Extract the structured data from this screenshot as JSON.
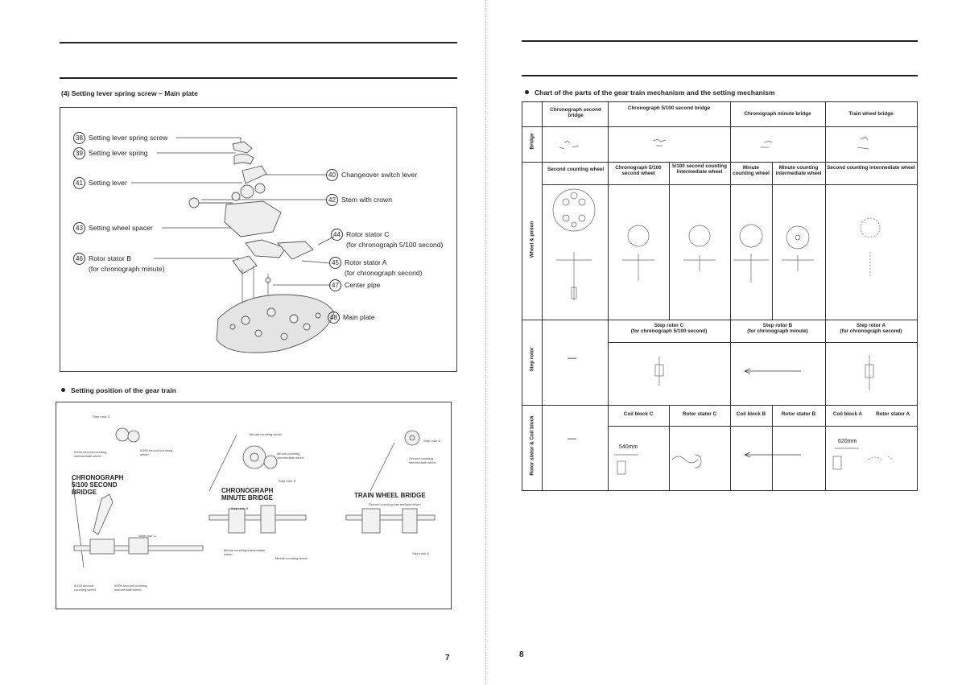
{
  "left_page": {
    "section_title": "(4)  Setting lever spring screw  ~  Main plate",
    "callouts": [
      {
        "num": "38",
        "label": "Setting lever spring screw"
      },
      {
        "num": "39",
        "label": "Setting lever spring"
      },
      {
        "num": "41",
        "label": "Setting lever"
      },
      {
        "num": "40",
        "label": "Changeover switch lever"
      },
      {
        "num": "42",
        "label": "Stem with crown"
      },
      {
        "num": "43",
        "label": "Setting wheel spacer"
      },
      {
        "num": "44",
        "label": "Rotor stator C",
        "sub": "(for chronograph 5/100 second)"
      },
      {
        "num": "46",
        "label": "Rotor stator B",
        "sub": "(for chronograph minute)"
      },
      {
        "num": "45",
        "label": "Rotor stator A",
        "sub": "(for chronograph second)"
      },
      {
        "num": "47",
        "label": "Center pipe"
      },
      {
        "num": "48",
        "label": "Main plate"
      }
    ],
    "gear_train_title": "Setting position of the gear train",
    "gear_train": {
      "chrono_5100": {
        "title": "CHRONOGRAPH\n5/100 SECOND\nBRIDGE",
        "labels": [
          "Step rotor C",
          "5/100 second counting intermediate wheel",
          "5/100 second counting wheel",
          "Step rotor C",
          "5/100 second counting wheel",
          "5/100 second counting intermediate wheel"
        ]
      },
      "chrono_minute": {
        "title": "CHRONOGRAPH\nMINUTE BRIDGE",
        "labels": [
          "Minute counting wheel",
          "Minute counting intermediate wheel",
          "Step rotor B",
          "Step rotor B",
          "Minute counting intermediate wheel",
          "Minute counting wheel"
        ]
      },
      "train_wheel": {
        "title": "TRAIN WHEEL BRIDGE",
        "labels": [
          "Step rotor A",
          "Second counting intermediate wheel",
          "Second counting intermediate wheel",
          "Step rotor A"
        ]
      }
    },
    "page_number": "7"
  },
  "right_page": {
    "chart_title": "Chart of the parts of the gear train mechanism and the setting mechanism",
    "row_labels": [
      "Bridge",
      "Wheel & pinion",
      "Step rotor",
      "Rotor stator & Coil block"
    ],
    "bridge_headers": [
      "Chronograph second bridge",
      "Chronograph 5/100 second bridge",
      "Chronograph minute bridge",
      "Train wheel bridge"
    ],
    "wheel_headers": [
      "Second counting wheel",
      "Chronograph 5/100 second wheel",
      "5/100 second counting intermediate wheel",
      "Minute counting wheel",
      "Minute counting intermediate wheel",
      "Second counting intermediate wheel"
    ],
    "step_rotor_headers": [
      "Step rotor C\n(for chronograph 5/100 second)",
      "Step rotor B\n(for chronograph minute)",
      "Step rotor A\n(for chronograph second)"
    ],
    "coil_headers": [
      "Coil block C",
      "Rotor stator C",
      "Coil block B",
      "Rotor stator B",
      "Coil block A",
      "Rotor stator A"
    ],
    "dash": "—",
    "dim_c": "540mm",
    "dim_a": "620mm",
    "page_number": "8"
  }
}
